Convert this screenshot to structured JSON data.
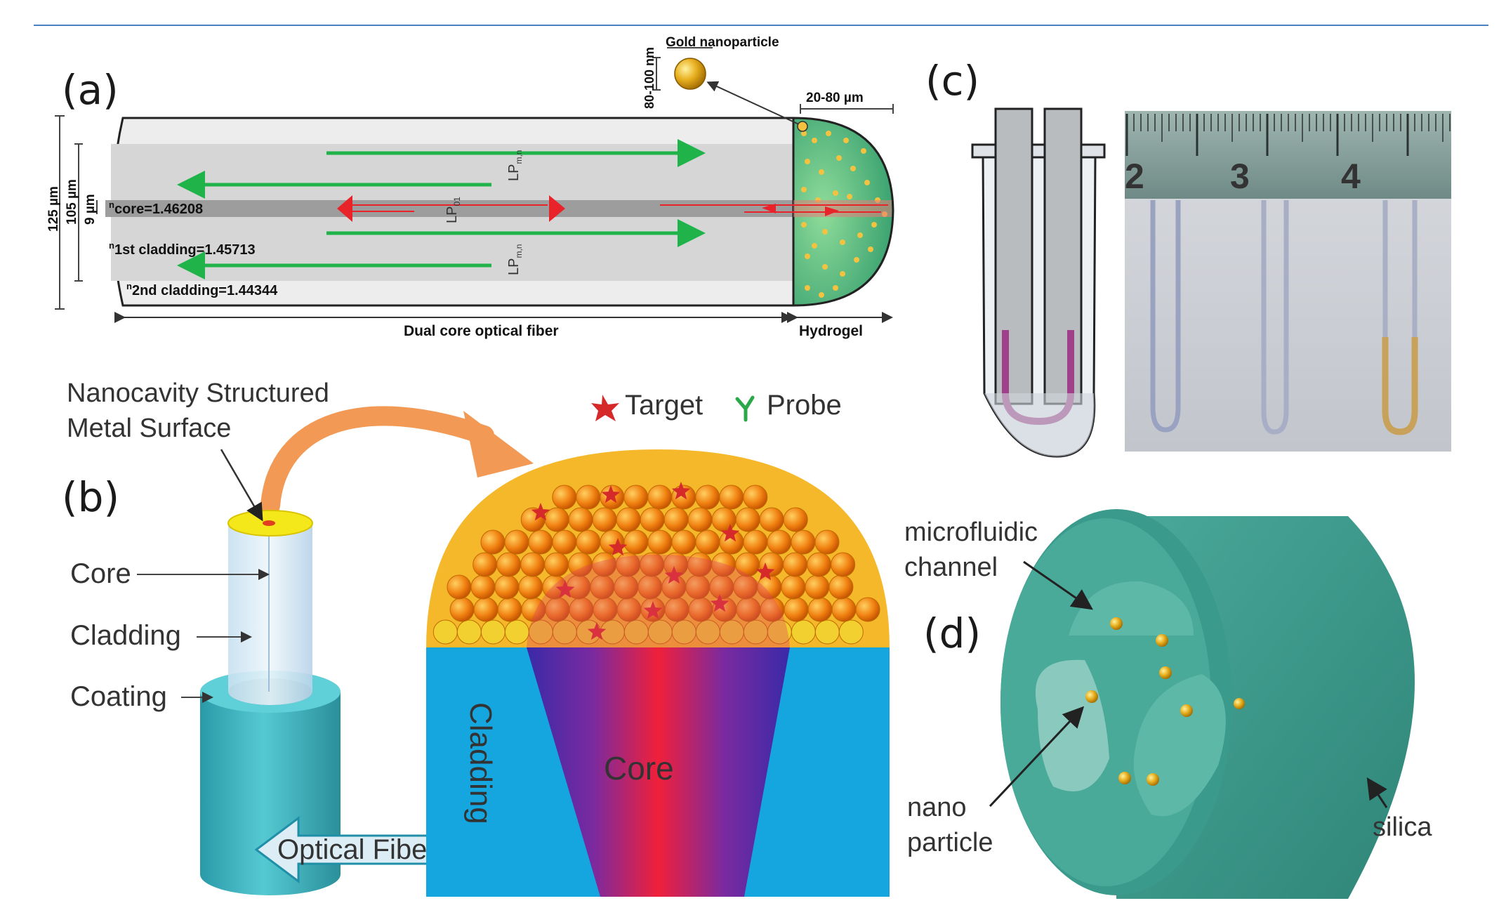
{
  "colors": {
    "rule": "#4a7fc1",
    "arrow_green": "#1fb34a",
    "arrow_red": "#e8232a",
    "teal": "#3e9e8e",
    "cyan_block": "#15a6e0",
    "gold": "#e0a020",
    "orange": "#f07a10"
  },
  "panel_a": {
    "letter": "(a)",
    "gold_label": "Gold nanoparticle",
    "gold_size": "80-100 nm",
    "hydrogel_width": "20-80 µm",
    "dim_125": "125 µm",
    "dim_105": "105 µm",
    "dim_9": "9 µm",
    "n_core_sym": "n",
    "n_core": "core=1.46208",
    "n_1st_sym": "n",
    "n_1st": "1st cladding=1.45713",
    "n_2nd_sym": "n",
    "n_2nd": "2nd cladding=1.44344",
    "mode_top": "LP",
    "mode_top_sub": "m,n",
    "mode_mid": "LP",
    "mode_mid_sub": "01",
    "mode_bot": "LP",
    "mode_bot_sub": "m,n",
    "fiber_label": "Dual core optical fiber",
    "hydrogel_label": "Hydrogel"
  },
  "panel_b": {
    "letter": "(b)",
    "nanocavity_line1": "Nanocavity Structured",
    "nanocavity_line2": "Metal Surface",
    "legend_target": "Target",
    "legend_probe": "Probe",
    "core": "Core",
    "cladding": "Cladding",
    "coating": "Coating",
    "optical_fiber": "Optical Fiber",
    "cladding_block": "Cladding",
    "core_block": "Core"
  },
  "panel_c": {
    "letter": "(c)",
    "ruler_labels": [
      "2",
      "3",
      "4"
    ]
  },
  "panel_d": {
    "letter": "(d)",
    "microfluidic_line1": "microfluidic",
    "microfluidic_line2": "channel",
    "nano_line1": "nano",
    "nano_line2": "particle",
    "silica": "silica"
  }
}
